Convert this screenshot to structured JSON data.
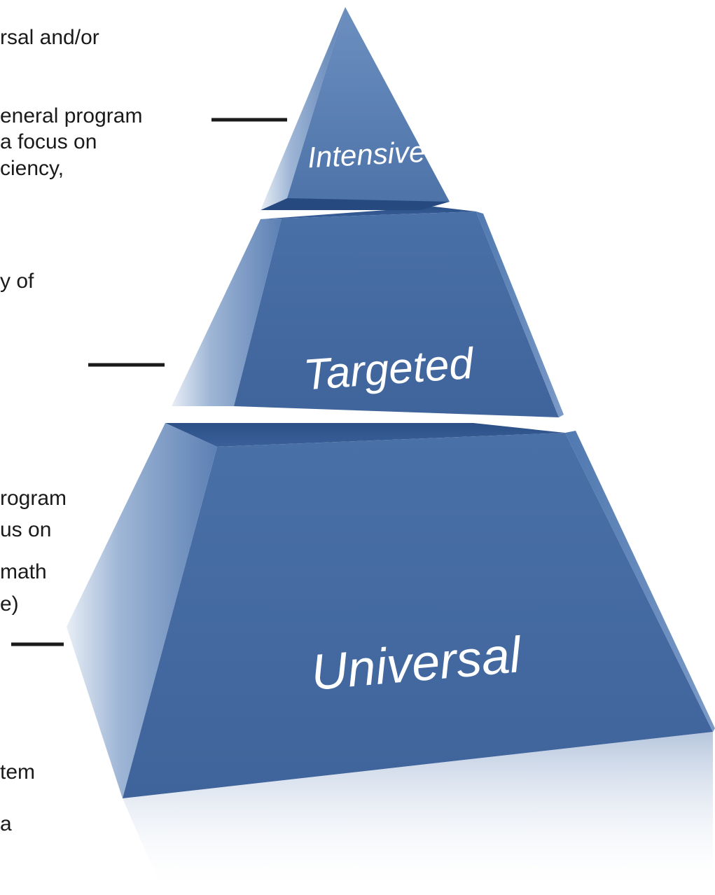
{
  "left_text": {
    "line_1": "rsal and/or",
    "line_2": "eneral program",
    "line_3": "a focus on",
    "line_4": "ciency,",
    "line_5": "y of",
    "line_6": "rogram",
    "line_7": "us on",
    "line_8": "math",
    "line_9": "e)",
    "line_10": "tem",
    "line_11": "a"
  },
  "pyramid": {
    "tiers": [
      {
        "label": "Intensive"
      },
      {
        "label": "Targeted"
      },
      {
        "label": "Universal"
      }
    ],
    "colors": {
      "face": "#4369a0",
      "face_light": "#6d8fbf",
      "edge_dark": "#2a4d82",
      "highlight": "#dfe7f2"
    }
  }
}
